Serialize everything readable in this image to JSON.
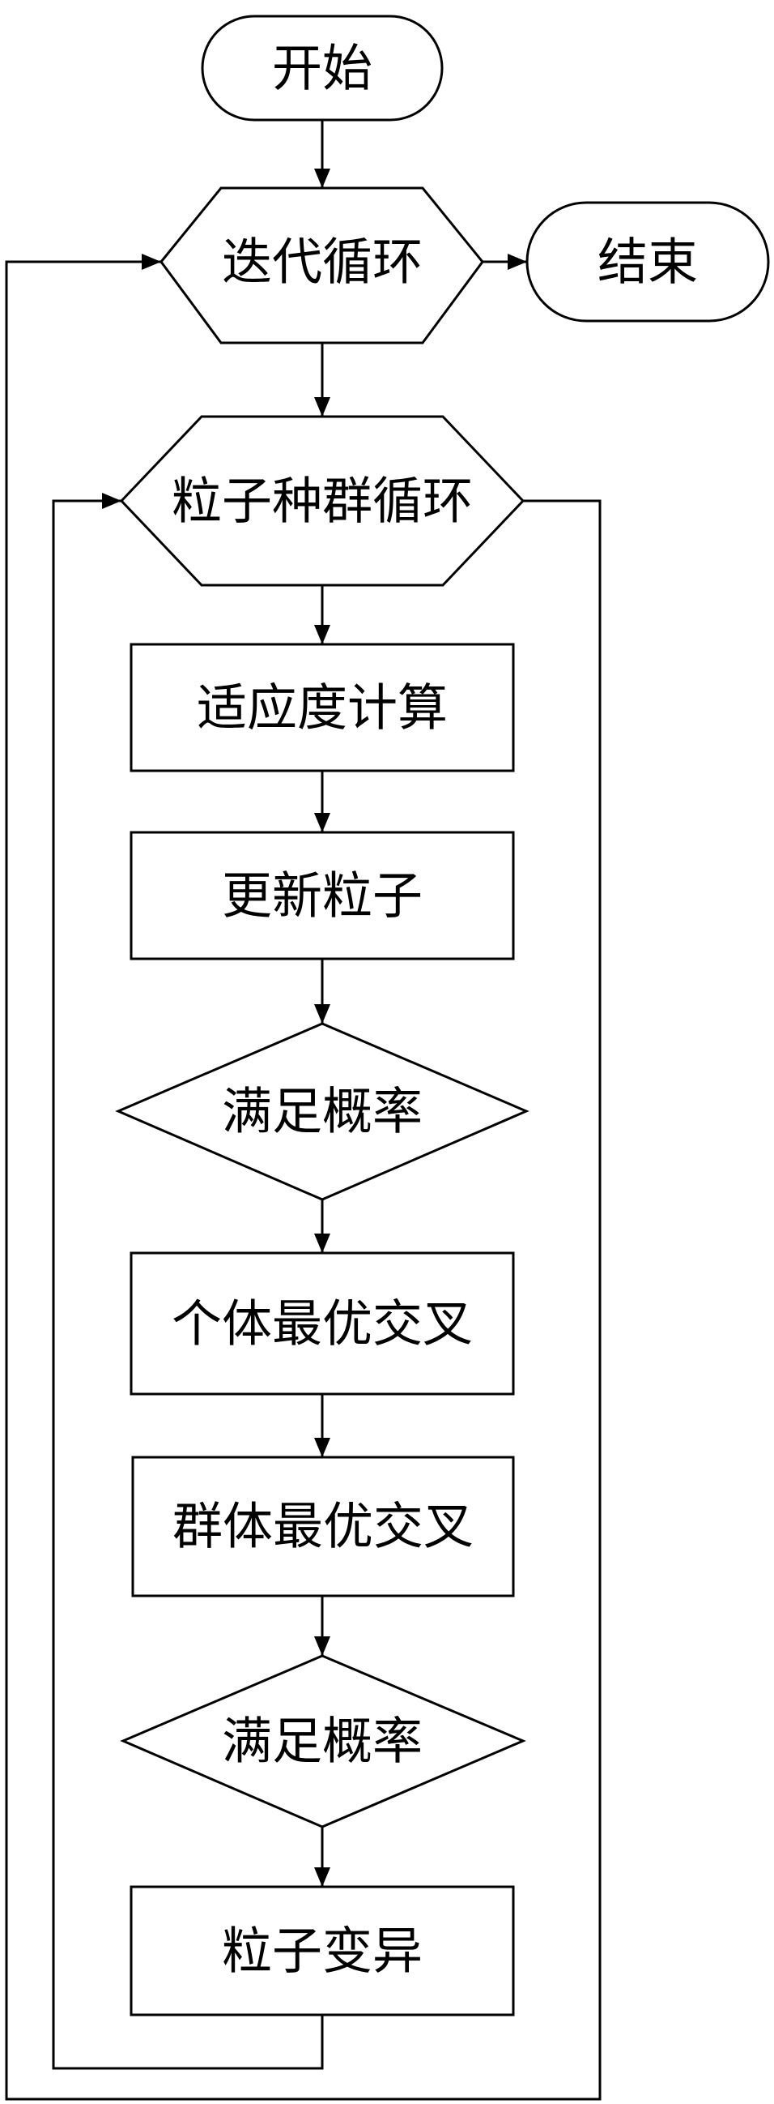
{
  "colors": {
    "stroke": "#000000",
    "background": "#ffffff",
    "text": "#000000"
  },
  "nodes": {
    "start": "开始",
    "iteration_loop": "迭代循环",
    "end": "结束",
    "population_loop": "粒子种群循环",
    "fitness": "适应度计算",
    "update": "更新粒子",
    "probability_1": "满足概率",
    "individual_crossover": "个体最优交叉",
    "global_crossover": "群体最优交叉",
    "probability_2": "满足概率",
    "mutation": "粒子变异"
  }
}
